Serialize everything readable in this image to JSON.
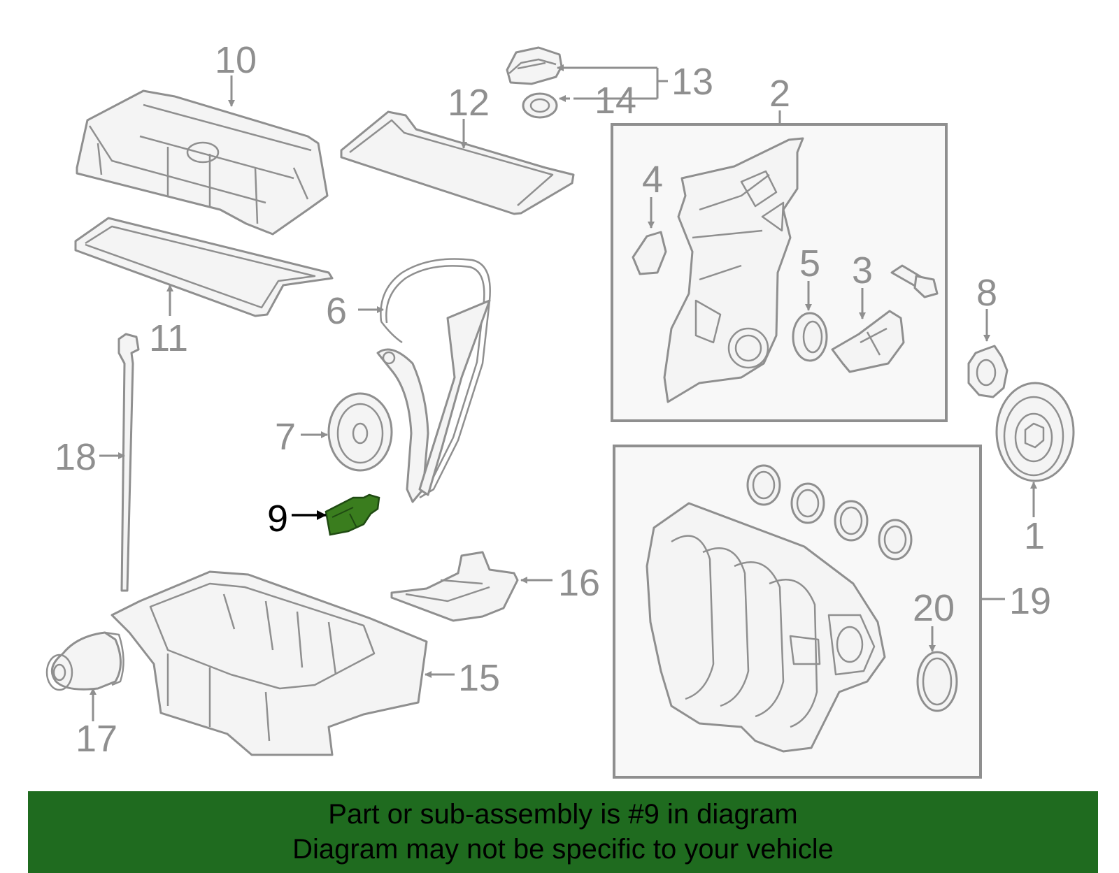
{
  "diagram": {
    "highlighted_part": "9",
    "highlight_color": "#3a7d1e",
    "callouts": {
      "c1": "1",
      "c2": "2",
      "c3": "3",
      "c4": "4",
      "c5": "5",
      "c6": "6",
      "c7": "7",
      "c8": "8",
      "c9": "9",
      "c10": "10",
      "c11": "11",
      "c12": "12",
      "c13": "13",
      "c14": "14",
      "c15": "15",
      "c16": "16",
      "c17": "17",
      "c18": "18",
      "c19": "19",
      "c20": "20"
    }
  },
  "banner": {
    "line1": "Part or sub-assembly is #9 in diagram",
    "line2": "Diagram may not be specific to your vehicle",
    "background": "#1f6b1f"
  }
}
